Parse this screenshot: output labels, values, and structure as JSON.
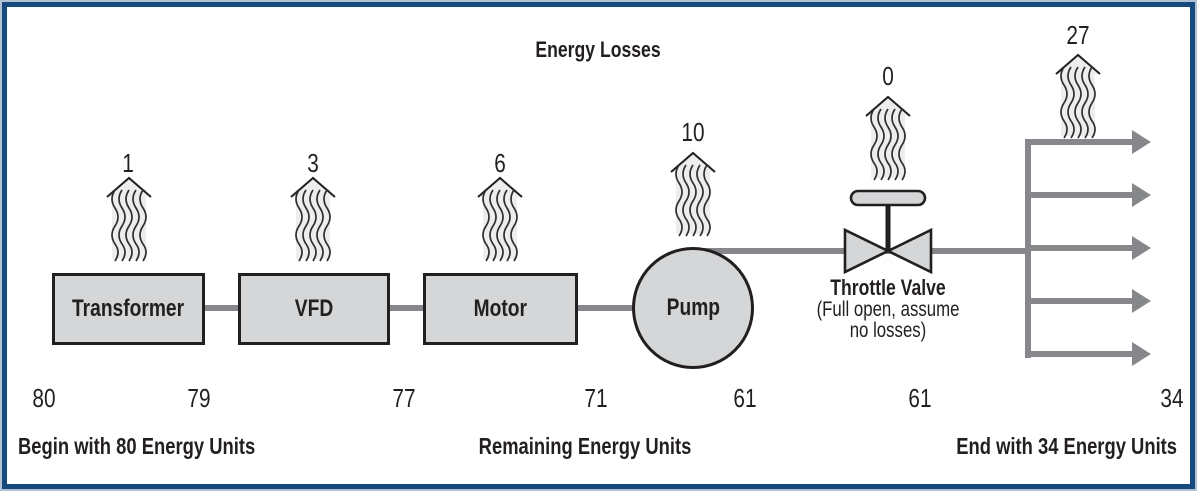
{
  "title": "Energy Losses",
  "components": {
    "transformer": {
      "label": "Transformer"
    },
    "vfd": {
      "label": "VFD"
    },
    "motor": {
      "label": "Motor"
    },
    "pump": {
      "label": "Pump"
    },
    "throttle_valve": {
      "label": "Throttle Valve",
      "note_line1": "(Full open, assume",
      "note_line2": "no losses)"
    }
  },
  "losses": {
    "transformer": "1",
    "vfd": "3",
    "motor": "6",
    "pump": "10",
    "throttle_valve": "0",
    "distribution": "27"
  },
  "energy_levels": {
    "start": "80",
    "after_transformer": "79",
    "after_vfd": "77",
    "after_motor": "71",
    "after_pump": "61",
    "after_valve": "61",
    "end": "34"
  },
  "captions": {
    "begin": "Begin with 80 Energy Units",
    "middle": "Remaining Energy Units",
    "end": "End with 34 Energy Units"
  },
  "colors": {
    "frame_border": "#164a7c",
    "frame_border_outer": "#b2c1d3",
    "component_fill": "#d4d6d8",
    "outline": "#231f20",
    "pipe_gray": "#85878a"
  }
}
